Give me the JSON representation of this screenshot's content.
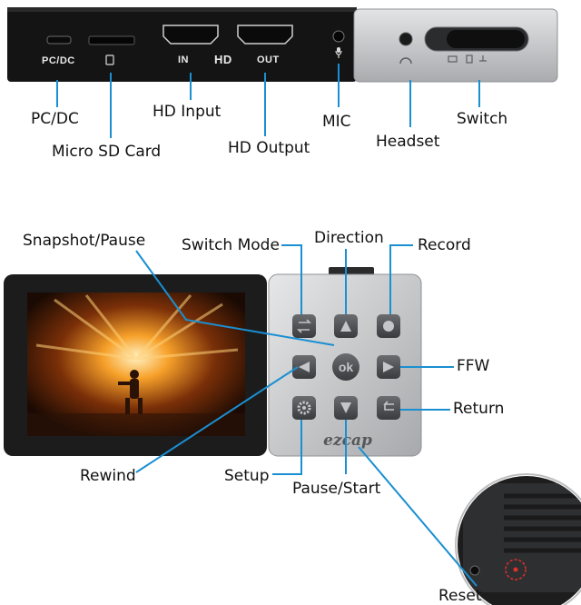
{
  "top_device": {
    "port_text": {
      "pcdc": "PC/DC",
      "in": "IN",
      "hd": "HD",
      "out": "OUT"
    },
    "callouts": {
      "pcdc": "PC/DC",
      "microsd": "Micro SD Card",
      "hdinput": "HD Input",
      "hdoutput": "HD Output",
      "mic": "MIC",
      "headset": "Headset",
      "switch": "Switch"
    }
  },
  "recorder": {
    "ok_label": "ok",
    "brand": "ezcap",
    "callouts": {
      "snapshot": "Snapshot/Pause",
      "switchmode": "Switch Mode",
      "direction": "Direction",
      "record": "Record",
      "ffw": "FFW",
      "return": "Return",
      "rewind": "Rewind",
      "setup": "Setup",
      "pausestart": "Pause/Start",
      "reset": "Reset"
    }
  },
  "colors": {
    "callout_line": "#1a8fd1",
    "device_black": "#141414",
    "panel_silver": "#c9cbcd"
  }
}
